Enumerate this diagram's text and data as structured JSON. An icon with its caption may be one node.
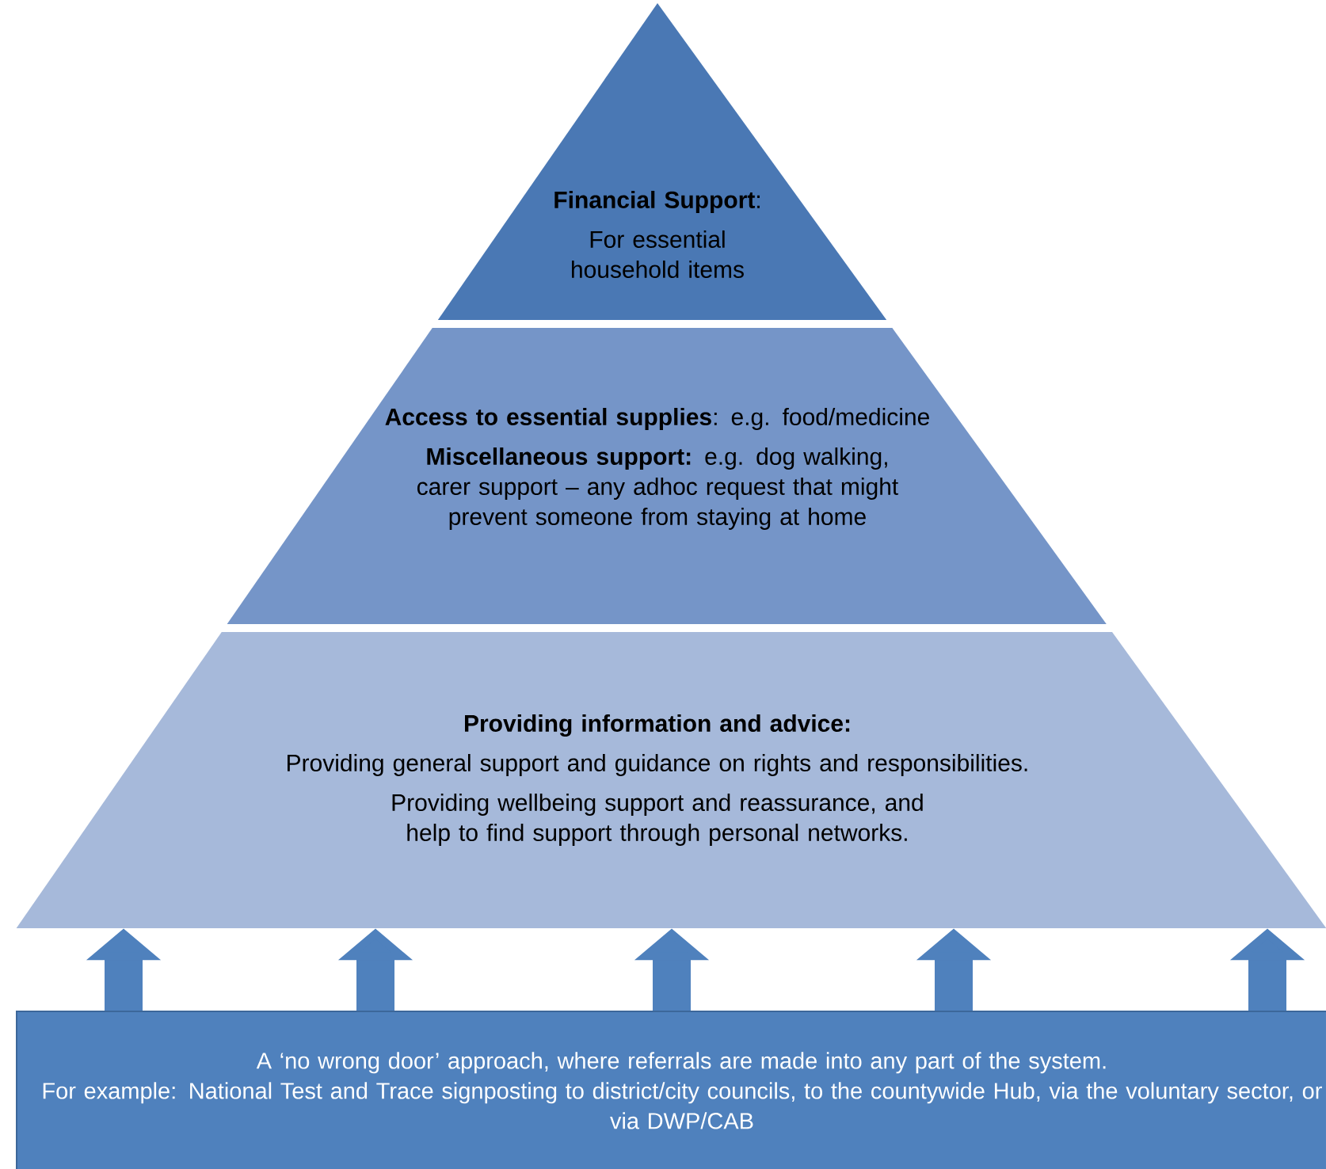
{
  "diagram": {
    "nodes": [
      {
        "text": [
          "**Financial Support**:",
          "For essential household items"
        ]
      },
      {
        "text": [
          "**Access to essential supplies**: e.g. food/medicine",
          "**Miscellaneous support:** e.g. dog walking, carer support – any adhoc request that might prevent someone from staying at home"
        ]
      },
      {
        "text": [
          "Providing information and advice:",
          "Providing general support and guidance on rights and responsibilities.",
          "Providing wellbeing support and reassurance, and help to find support through personal networks."
        ]
      },
      {
        "text": [
          "A ‘no wrong door’ approach, where referrals are made into any part of the system.",
          "For example: National Test and Trace signposting to district/city councils, to the countywide Hub, via the voluntary sector, or via DWP/CAB"
        ]
      }
    ],
    "edges": [
      {
        "from": 3,
        "to": 2,
        "arrow": "to"
      },
      {
        "from": 3,
        "to": 2,
        "arrow": "to"
      },
      {
        "from": 3,
        "to": 2,
        "arrow": "to"
      },
      {
        "from": 3,
        "to": 2,
        "arrow": "to"
      },
      {
        "from": 3,
        "to": 2,
        "arrow": "to"
      }
    ]
  }
}
